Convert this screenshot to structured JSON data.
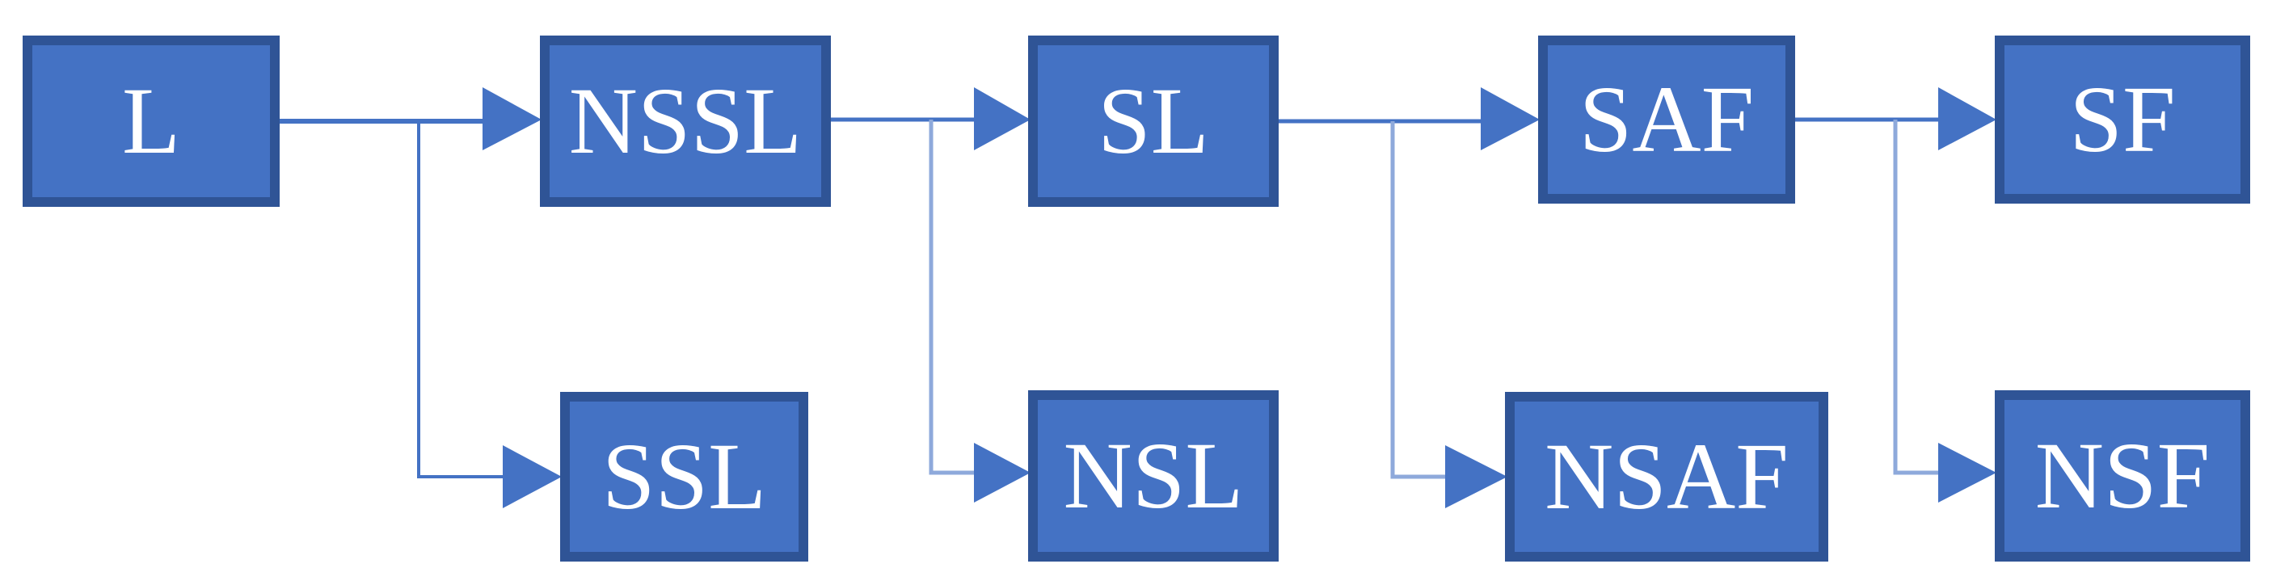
{
  "diagram": {
    "colors": {
      "node_fill": "#4472c4",
      "node_border": "#2f5496",
      "connector": "#4472c4",
      "connector_light": "#8ea9db",
      "text": "#ffffff"
    },
    "nodes": {
      "L": "L",
      "NSSL": "NSSL",
      "SSL": "SSL",
      "SL": "SL",
      "NSL": "NSL",
      "SAF": "SAF",
      "NSAF": "NSAF",
      "SF": "SF",
      "NSF": "NSF"
    },
    "edges": [
      {
        "from": "L",
        "to": "NSSL"
      },
      {
        "from": "L",
        "to": "SSL"
      },
      {
        "from": "NSSL",
        "to": "SL"
      },
      {
        "from": "NSSL",
        "to": "NSL"
      },
      {
        "from": "SL",
        "to": "SAF"
      },
      {
        "from": "SL",
        "to": "NSAF"
      },
      {
        "from": "SAF",
        "to": "SF"
      },
      {
        "from": "SAF",
        "to": "NSF"
      }
    ]
  }
}
